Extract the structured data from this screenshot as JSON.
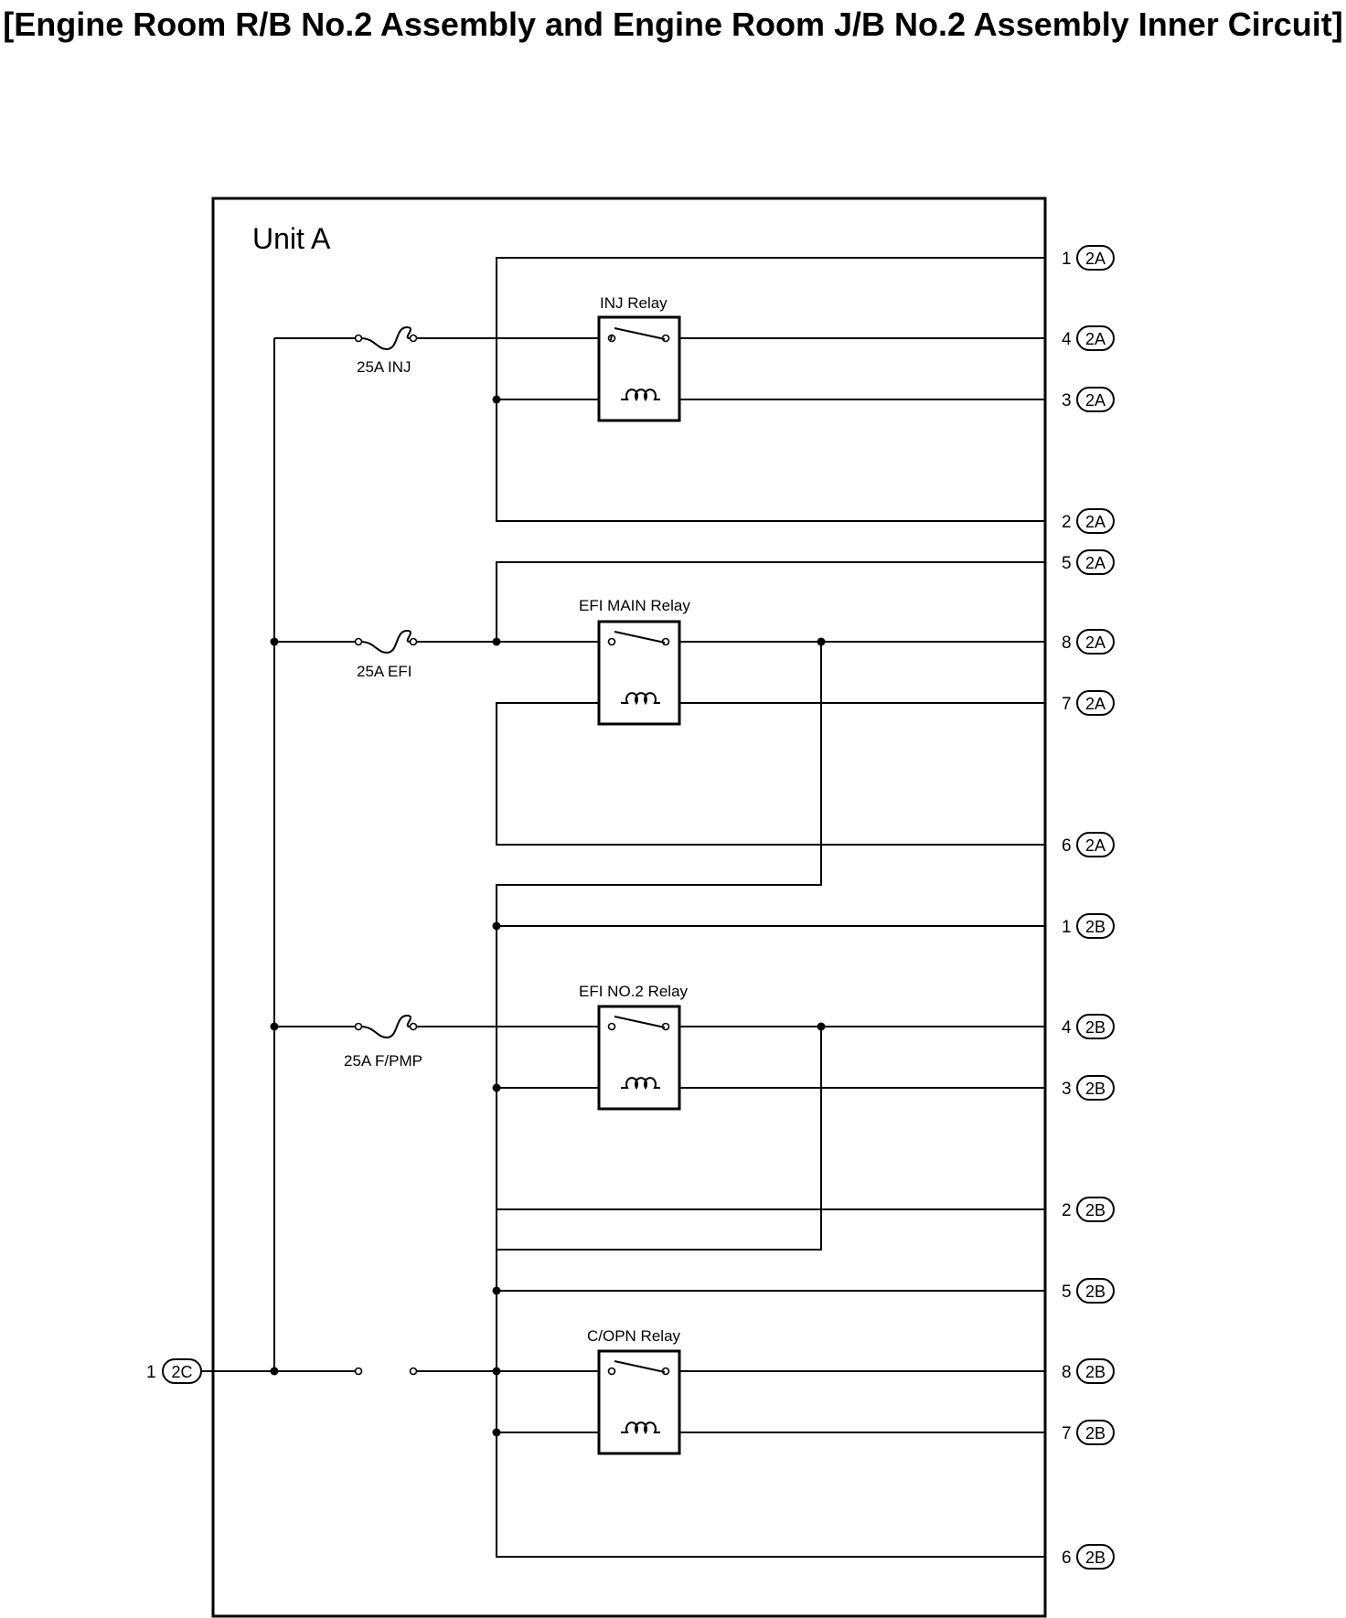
{
  "title": "[Engine Room R/B No.2 Assembly and Engine Room J/B No.2 Assembly Inner Circuit]",
  "unit_label": "Unit A",
  "fuses": [
    {
      "id": "inj",
      "label": "25A INJ"
    },
    {
      "id": "efi",
      "label": "25A EFI"
    },
    {
      "id": "fpmp",
      "label": "25A F/PMP"
    }
  ],
  "relays": [
    {
      "id": "inj",
      "label": "INJ Relay"
    },
    {
      "id": "efi_main",
      "label": "EFI MAIN Relay"
    },
    {
      "id": "efi_no2",
      "label": "EFI NO.2 Relay"
    },
    {
      "id": "c_opn",
      "label": "C/OPN Relay"
    }
  ],
  "terminals": [
    {
      "num": "1",
      "conn": "2A"
    },
    {
      "num": "4",
      "conn": "2A"
    },
    {
      "num": "3",
      "conn": "2A"
    },
    {
      "num": "2",
      "conn": "2A"
    },
    {
      "num": "5",
      "conn": "2A"
    },
    {
      "num": "8",
      "conn": "2A"
    },
    {
      "num": "7",
      "conn": "2A"
    },
    {
      "num": "6",
      "conn": "2A"
    },
    {
      "num": "1",
      "conn": "2B"
    },
    {
      "num": "4",
      "conn": "2B"
    },
    {
      "num": "3",
      "conn": "2B"
    },
    {
      "num": "2",
      "conn": "2B"
    },
    {
      "num": "5",
      "conn": "2B"
    },
    {
      "num": "8",
      "conn": "2B"
    },
    {
      "num": "7",
      "conn": "2B"
    },
    {
      "num": "6",
      "conn": "2B"
    }
  ],
  "input_terminal": {
    "num": "1",
    "conn": "2C"
  }
}
